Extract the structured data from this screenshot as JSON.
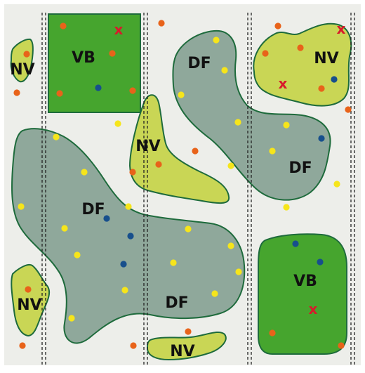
{
  "colors": {
    "background": "#edeeea",
    "border": "#ffffff",
    "outline": "#1e6b3c",
    "df_fill": "#8fa89b",
    "vb_fill": "#46a52e",
    "nv_fill": "#c9d655",
    "dash_line": "#222222",
    "dot_orange": "#e8631a",
    "dot_yellow": "#f6e51b",
    "dot_blue": "#174f8c",
    "cross": "#d81a2b",
    "label_text": "#111111"
  },
  "legend_codes": {
    "DF": "DF",
    "VB": "VB",
    "NV": "NV",
    "cross": "x"
  },
  "regions": [
    {
      "name": "nv-region-top-left",
      "code": "NV"
    },
    {
      "name": "vb-region-top-left",
      "code": "VB"
    },
    {
      "name": "df-region-top-center",
      "code": "DF"
    },
    {
      "name": "nv-region-top-right",
      "code": "NV"
    },
    {
      "name": "nv-region-center",
      "code": "NV"
    },
    {
      "name": "df-region-large-left",
      "code": "DF"
    },
    {
      "name": "df-region-large-lower",
      "code": "DF"
    },
    {
      "name": "df-region-right",
      "code": "DF"
    },
    {
      "name": "vb-region-bottom-right",
      "code": "VB"
    },
    {
      "name": "nv-region-bottom-left",
      "code": "NV"
    },
    {
      "name": "nv-region-bottom-center",
      "code": "NV"
    }
  ],
  "dot_types": [
    "orange",
    "yellow",
    "blue"
  ]
}
